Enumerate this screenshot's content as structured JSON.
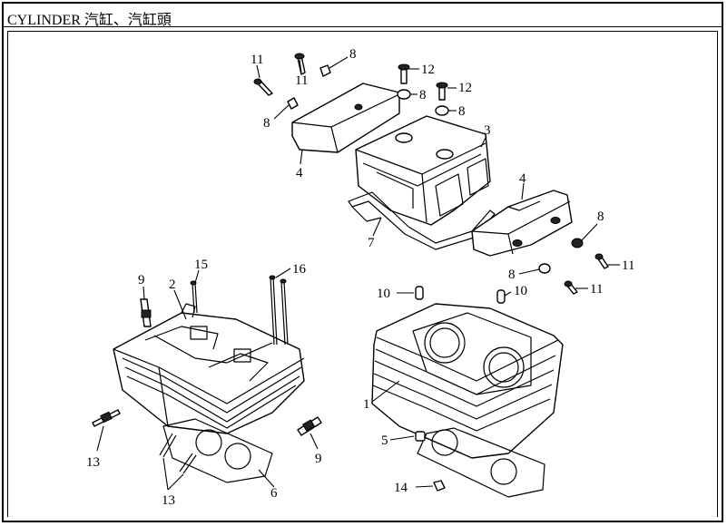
{
  "title": "CYLINDER 汽缸、汽缸頭",
  "callouts": [
    {
      "id": "c11a",
      "label": "11"
    },
    {
      "id": "c11b",
      "label": "11"
    },
    {
      "id": "c8a",
      "label": "8"
    },
    {
      "id": "c8b",
      "label": "8"
    },
    {
      "id": "c12a",
      "label": "12"
    },
    {
      "id": "c8c",
      "label": "8"
    },
    {
      "id": "c12b",
      "label": "12"
    },
    {
      "id": "c8d",
      "label": "8"
    },
    {
      "id": "c3",
      "label": "3"
    },
    {
      "id": "c4a",
      "label": "4"
    },
    {
      "id": "c4b",
      "label": "4"
    },
    {
      "id": "c7",
      "label": "7"
    },
    {
      "id": "c8e",
      "label": "8"
    },
    {
      "id": "c11c",
      "label": "11"
    },
    {
      "id": "c8f",
      "label": "8"
    },
    {
      "id": "c11d",
      "label": "11"
    },
    {
      "id": "c10a",
      "label": "10"
    },
    {
      "id": "c10b",
      "label": "10"
    },
    {
      "id": "c15",
      "label": "15"
    },
    {
      "id": "c16",
      "label": "16"
    },
    {
      "id": "c9a",
      "label": "9"
    },
    {
      "id": "c2",
      "label": "2"
    },
    {
      "id": "c1",
      "label": "1"
    },
    {
      "id": "c5",
      "label": "5"
    },
    {
      "id": "c13a",
      "label": "13"
    },
    {
      "id": "c9b",
      "label": "9"
    },
    {
      "id": "c13b",
      "label": "13"
    },
    {
      "id": "c6",
      "label": "6"
    },
    {
      "id": "c14",
      "label": "14"
    }
  ]
}
